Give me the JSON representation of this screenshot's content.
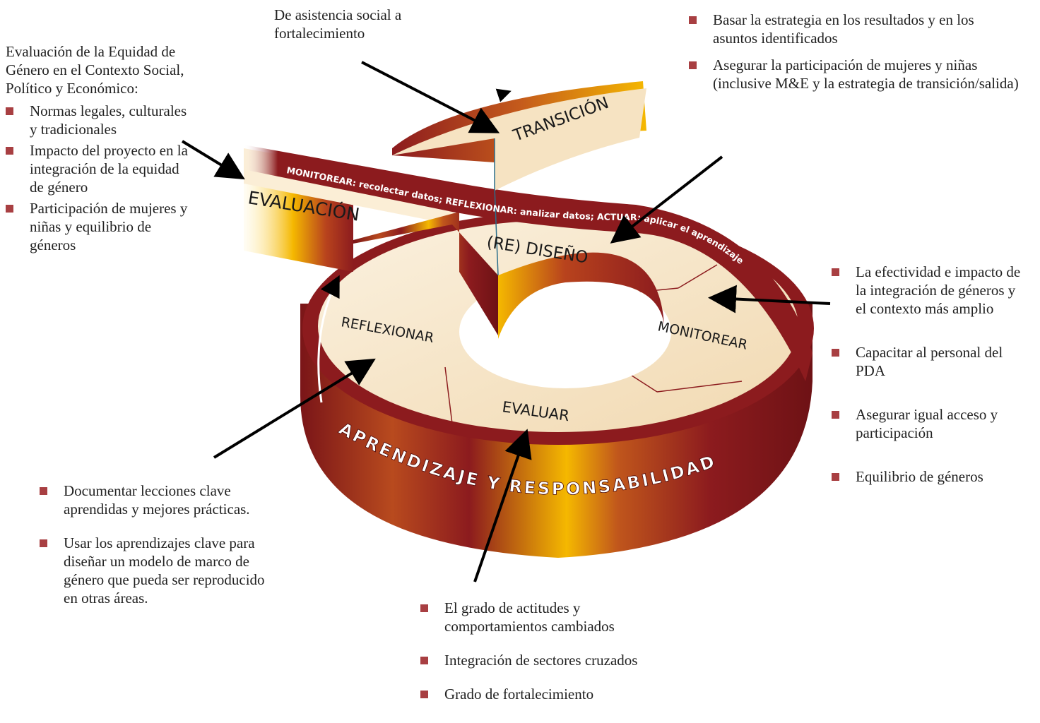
{
  "arrow_labels": {
    "top": "De asistencia social a fortalecimiento"
  },
  "left_block": {
    "heading": "Evaluación de la Equidad de Género en el Contexto Social, Político y Económico:",
    "items": [
      "Normas legales, culturales y tradicionales",
      "Impacto del proyecto en la integración de la equidad de género",
      "Participación de mujeres y niñas y equilibrio de géneros"
    ]
  },
  "top_right": {
    "items": [
      "Basar la estrategia en los resultados y en los asuntos identificados",
      "Asegurar la participación de mujeres y niñas (inclusive M&E y la estrategia de transición/salida)"
    ]
  },
  "right_block": {
    "items": [
      "La efectividad e impacto de la integración de géneros y el contexto más amplio",
      "Capacitar al personal del PDA",
      "Asegurar igual acceso y participación",
      "Equilibrio de géneros"
    ]
  },
  "bottom_left": {
    "items": [
      "Documentar lecciones clave aprendidas y mejores prácticas.",
      "Usar los aprendizajes clave para diseñar un modelo de marco de género que pueda ser reproducido en otras áreas."
    ]
  },
  "bottom_center": {
    "items": [
      "El grado de actitudes y comportamientos cambiados",
      "Integración de sectores cruzados",
      "Grado de fortalecimiento"
    ]
  },
  "diagram": {
    "stages": {
      "evaluacion": "EVALUACIÓN",
      "transicion": "TRANSICIÓN",
      "rediseno": "(RE) DISEÑO",
      "monitorear": "MONITOREAR",
      "evaluar": "EVALUAR",
      "reflexionar": "REFLEXIONAR"
    },
    "band_text": "MONITOREAR: recolectar datos; REFLEXIONAR: analizar datos; ACTUAR: aplicar el aprendizaje",
    "base_text": "APRENDIZAJE Y RESPONSABILIDAD",
    "colors": {
      "dark_red": "#8c1b1e",
      "gold": "#f5b800",
      "cream": "#f6e3c2",
      "bullet": "#a83f42"
    }
  }
}
